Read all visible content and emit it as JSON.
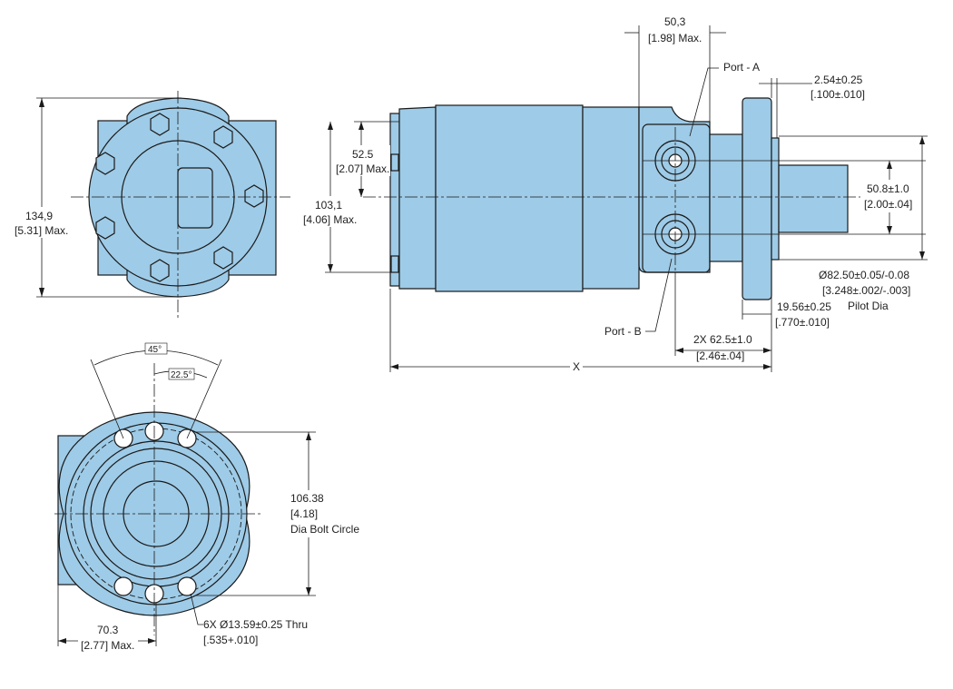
{
  "labels": {
    "top_width_value": "50,3",
    "top_width_inch": "[1.98] Max.",
    "port_a": "Port - A",
    "port_b": "Port - B",
    "flange_value": "2.54±0.25",
    "flange_inch": "[.100±.010]",
    "shaft_dia_value": "50.8±1.0",
    "shaft_dia_inch": "[2.00±.04]",
    "pilot_value": "Ø82.50±0.05/-0.08",
    "pilot_inch": "[3.248±.002/-.003]",
    "pilot_text": "Pilot Dia",
    "pilot_len_value": "19.56±0.25",
    "pilot_len_inch": "[.770±.010]",
    "port_spacing_value": "2X 62.5±1.0",
    "port_spacing_inch": "[2.46±.04]",
    "overall_length": "X",
    "half_height_value": "52.5",
    "half_height_inch": "[2.07] Max.",
    "body_height_value": "103,1",
    "body_height_inch": "[4.06] Max.",
    "end_height_value": "134,9",
    "end_height_inch": "[5.31] Max.",
    "angle_45": "45°",
    "angle_22": "22.5°",
    "bolt_circle_value": "106.38",
    "bolt_circle_inch": "[4.18]",
    "bolt_circle_text": "Dia Bolt Circle",
    "flange_width_value": "70.3",
    "flange_width_inch": "[2.77] Max.",
    "holes_value": "6X Ø13.59±0.25 Thru",
    "holes_inch": "[.535+.010]"
  },
  "colors": {
    "part_fill": "#9ecbe7",
    "outline": "#1a1a1a",
    "background": "#ffffff"
  }
}
